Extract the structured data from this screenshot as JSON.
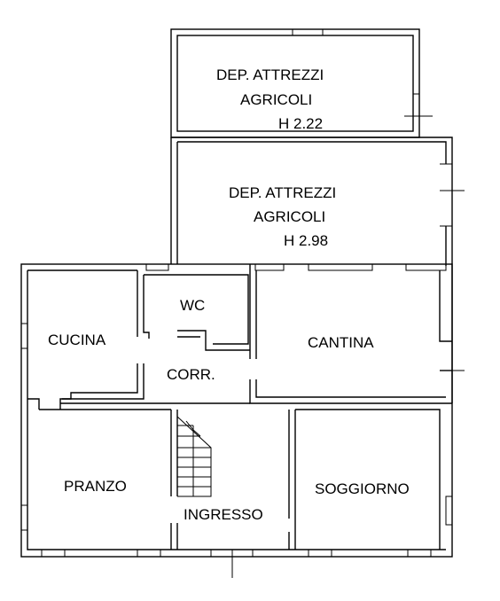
{
  "rooms": {
    "deposito_upper": {
      "line1": "DEP. ATTREZZI",
      "line2": "AGRICOLI",
      "height": "H 2.22"
    },
    "deposito_lower": {
      "line1": "DEP. ATTREZZI",
      "line2": "AGRICOLI",
      "height": "H 2.98"
    },
    "wc": "WC",
    "cucina": "CUCINA",
    "corridoio": "CORR.",
    "cantina": "CANTINA",
    "pranzo": "PRANZO",
    "ingresso": "INGRESSO",
    "soggiorno": "SOGGIORNO"
  }
}
